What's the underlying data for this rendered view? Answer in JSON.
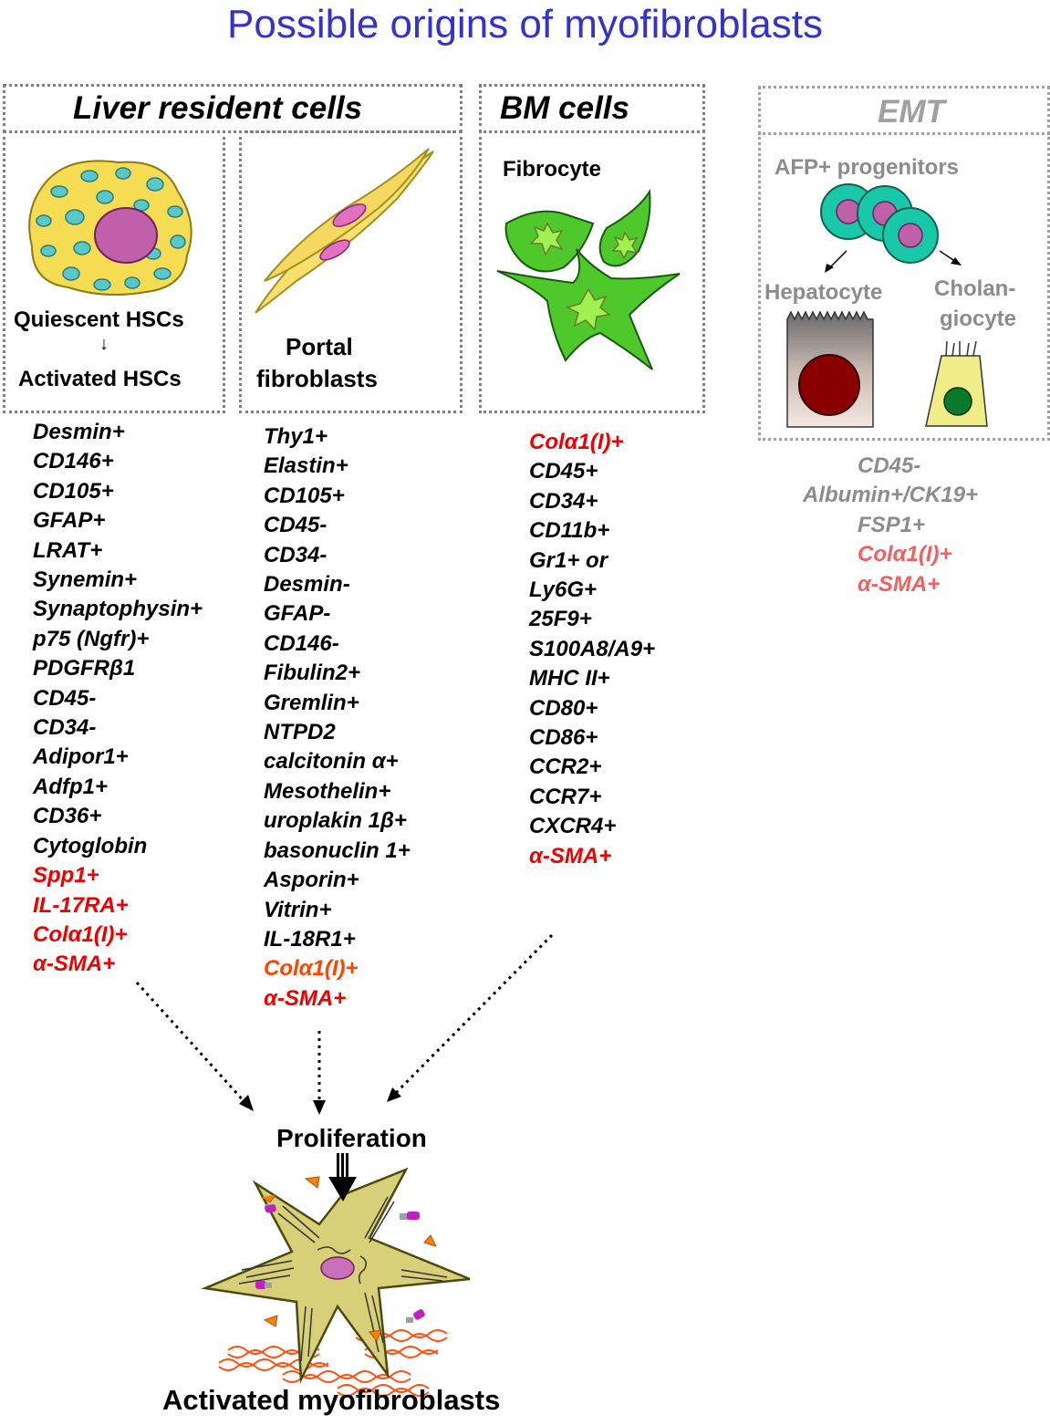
{
  "title": "Possible origins of myofibroblasts",
  "groups": {
    "liver": {
      "header": "Liver resident cells"
    },
    "bm": {
      "header": "BM cells"
    },
    "emt": {
      "header": "EMT"
    }
  },
  "cells": {
    "hsc_quiescent": "Quiescent HSCs",
    "hsc_arrow": "↓",
    "hsc_activated": "Activated HSCs",
    "portal_line1": "Portal",
    "portal_line2": "fibroblasts",
    "fibrocyte": "Fibrocyte",
    "afp": "AFP+ progenitors",
    "hepatocyte": "Hepatocyte",
    "cholangiocyte_line1": "Cholan-",
    "cholangiocyte_line2": "giocyte"
  },
  "markers": {
    "hsc": [
      {
        "text": "Desmin+",
        "color": "#000000"
      },
      {
        "text": "CD146+",
        "color": "#000000"
      },
      {
        "text": "CD105+",
        "color": "#000000"
      },
      {
        "text": "GFAP+",
        "color": "#000000"
      },
      {
        "text": "LRAT+",
        "color": "#000000"
      },
      {
        "text": "Synemin+",
        "color": "#000000"
      },
      {
        "text": "Synaptophysin+",
        "color": "#000000"
      },
      {
        "text": "p75 (Ngfr)+",
        "color": "#000000"
      },
      {
        "text": "PDGFRβ1",
        "color": "#000000"
      },
      {
        "text": "CD45-",
        "color": "#000000"
      },
      {
        "text": "CD34-",
        "color": "#000000"
      },
      {
        "text": "Adipor1+",
        "color": "#000000"
      },
      {
        "text": "Adfp1+",
        "color": "#000000"
      },
      {
        "text": "CD36+",
        "color": "#000000"
      },
      {
        "text": "Cytoglobin",
        "color": "#000000"
      },
      {
        "text": "Spp1+",
        "color": "#ee0000"
      },
      {
        "text": "IL-17RA+",
        "color": "#ee0000"
      },
      {
        "text": "Colα1(I)+",
        "color": "#ee0000"
      },
      {
        "text": "α-SMA+",
        "color": "#ee0000"
      }
    ],
    "portal": [
      {
        "text": "Thy1+",
        "color": "#000000"
      },
      {
        "text": "Elastin+",
        "color": "#000000"
      },
      {
        "text": "CD105+",
        "color": "#000000"
      },
      {
        "text": "CD45-",
        "color": "#000000"
      },
      {
        "text": "CD34-",
        "color": "#000000"
      },
      {
        "text": "Desmin-",
        "color": "#000000"
      },
      {
        "text": "GFAP-",
        "color": "#000000"
      },
      {
        "text": "CD146-",
        "color": "#000000"
      },
      {
        "text": "Fibulin2+",
        "color": "#000000"
      },
      {
        "text": "Gremlin+",
        "color": "#000000"
      },
      {
        "text": "NTPD2",
        "color": "#000000"
      },
      {
        "text": "calcitonin α+",
        "color": "#000000"
      },
      {
        "text": "Mesothelin+",
        "color": "#000000"
      },
      {
        "text": "uroplakin 1β+",
        "color": "#000000"
      },
      {
        "text": "basonuclin 1+",
        "color": "#000000"
      },
      {
        "text": "Asporin+",
        "color": "#000000"
      },
      {
        "text": "Vitrin+",
        "color": "#000000"
      },
      {
        "text": "IL-18R1+",
        "color": "#000000"
      },
      {
        "text": "Colα1(I)+",
        "color": "#ff4400"
      },
      {
        "text": "α-SMA+",
        "color": "#ee0000"
      }
    ],
    "bm": [
      {
        "text": "Colα1(I)+",
        "color": "#ee0000"
      },
      {
        "text": "CD45+",
        "color": "#000000"
      },
      {
        "text": "CD34+",
        "color": "#000000"
      },
      {
        "text": "CD11b+",
        "color": "#000000"
      },
      {
        "text": "Gr1+ or",
        "color": "#000000"
      },
      {
        "text": "Ly6G+",
        "color": "#000000"
      },
      {
        "text": "25F9+",
        "color": "#000000"
      },
      {
        "text": "S100A8/A9+",
        "color": "#000000"
      },
      {
        "text": "MHC II+",
        "color": "#000000"
      },
      {
        "text": "CD80+",
        "color": "#000000"
      },
      {
        "text": "CD86+",
        "color": "#000000"
      },
      {
        "text": "CCR2+",
        "color": "#000000"
      },
      {
        "text": "CCR7+",
        "color": "#000000"
      },
      {
        "text": "CXCR4+",
        "color": "#000000"
      },
      {
        "text": "α-SMA+",
        "color": "#ee0000"
      }
    ],
    "emt": [
      {
        "text": "CD45-",
        "color": "#8c8c8c"
      },
      {
        "text": "Albumin+/CK19+",
        "color": "#8c8c8c"
      },
      {
        "text": "FSP1+",
        "color": "#8c8c8c"
      },
      {
        "text": "Colα1(I)+",
        "color": "#f06060"
      },
      {
        "text": "α-SMA+",
        "color": "#f06060"
      }
    ]
  },
  "result": {
    "proliferation": "Proliferation",
    "label": "Activated myofibroblasts"
  }
}
